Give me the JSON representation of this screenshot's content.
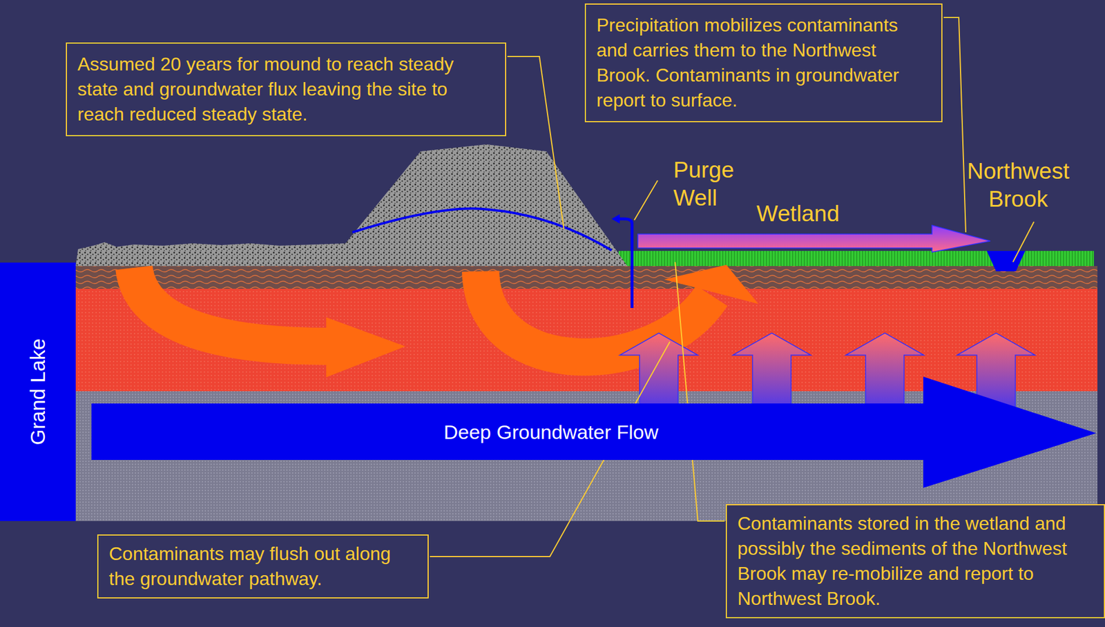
{
  "diagram": {
    "nodes": [
      {
        "text": [
          "Assumed 20 years for mound to reach steady state and groundwater flux leaving the site to reach reduced steady state."
        ]
      },
      {
        "text": [
          "Precipitation mobilizes contaminants and carries them to the Northwest Brook. Contaminants in groundwater report to surface."
        ]
      },
      {
        "text": [
          "Grand Lake"
        ]
      },
      {
        "text": [
          "Deep Groundwater Flow"
        ]
      },
      {
        "text": [
          "Contaminants may flush out along the  groundwater pathway."
        ]
      },
      {
        "text": [
          "Contaminants stored in the wetland and possibly the sediments of the Northwest Brook may re-mobilize and report to Northwest Brook."
        ]
      }
    ],
    "labels": [
      "Purge Well",
      "Wetland",
      "Northwest Brook"
    ]
  }
}
